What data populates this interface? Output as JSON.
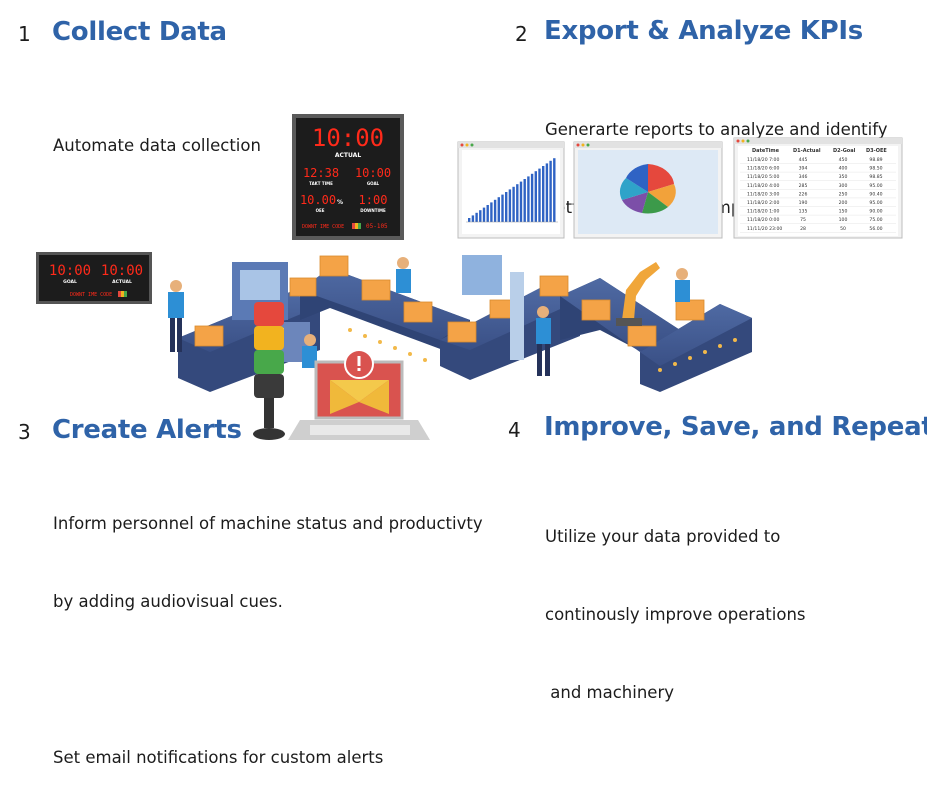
{
  "sections": [
    {
      "number": "1",
      "title": "Collect Data",
      "lines": [
        "Automate data collection"
      ]
    },
    {
      "number": "2",
      "title": "Export & Analyze KPIs",
      "lines": [
        "Generarte reports to analyze and identify",
        "bottleneck areas to improve performance"
      ]
    },
    {
      "number": "3",
      "title": "Create Alerts",
      "lines": [
        "Inform personnel of machine status and productivty",
        "by adding audiovisual cues.",
        "",
        "Set email notifications for custom alerts"
      ]
    },
    {
      "number": "4",
      "title": "Improve, Save, and Repeat",
      "lines": [
        "Utilize your data provided to",
        "continously improve operations",
        " and machinery"
      ]
    }
  ],
  "big_display": {
    "main": "10:00",
    "main_label": "ACTUAL",
    "takt": "12:38",
    "takt_label": "TAKT TIME",
    "goal": "10:00",
    "goal_label": "GOAL",
    "oee": "10.00",
    "oee_unit": "%",
    "oee_label": "OEE",
    "downtime": "1:00",
    "downtime_label": "DOWNTIME",
    "footer": "DOWNT IME  CODE",
    "footer_code": "05-105"
  },
  "small_display": {
    "goal": "10:00",
    "goal_label": "GOAL",
    "actual": "10:00",
    "actual_label": "ACTUAL",
    "footer": "DOWNT IME  CODE"
  },
  "table": {
    "headers": [
      "DateTime",
      "D1-Actual",
      "D2-Goal",
      "D3-OEE"
    ],
    "rows": [
      [
        "11/18/20 7:00",
        "445",
        "450",
        "98.89"
      ],
      [
        "11/18/20 6:00",
        "394",
        "400",
        "98.50"
      ],
      [
        "11/18/20 5:00",
        "346",
        "350",
        "98.85"
      ],
      [
        "11/18/20 4:00",
        "285",
        "300",
        "95.00"
      ],
      [
        "11/18/20 3:00",
        "226",
        "250",
        "90.40"
      ],
      [
        "11/18/20 2:00",
        "190",
        "200",
        "95.00"
      ],
      [
        "11/18/20 1:00",
        "135",
        "150",
        "90.00"
      ],
      [
        "11/18/20 0:00",
        "75",
        "100",
        "75.00"
      ],
      [
        "11/11/20 23:00",
        "28",
        "50",
        "56.00"
      ]
    ]
  },
  "colors": {
    "heading": "#2f63a8",
    "led": "#ff2a1a",
    "conveyor": "#3d5488",
    "box": "#f4a347"
  }
}
